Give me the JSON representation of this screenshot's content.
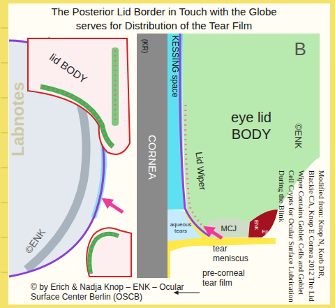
{
  "diagram": {
    "title": "The Posterior Lid Border in Touch with the Globe serves for Distribution of the Tear Film",
    "labels": [
      "lid BODY",
      "KESSING space",
      "(KR)",
      "B",
      "eye lid BODY",
      "CORNEA",
      "©ENK",
      "Lid Wiper",
      "ENK",
      "Ep",
      "MCJ",
      "aqueous tears",
      "©ENK",
      "tear meniscus",
      "pre-corneal tear film",
      "Modified from: Knop N, Korb DR, Blackie CA, Knop E Cornea 2012 The Lid Wiper Contains Goblet Cells and Goblet Cell Crypts for Ocular Surface Lubrication During the Blink",
      "© by Erich & Nadja Knop – ENK – Ocular Surface Center Berlin (OSCB)",
      "Labnotes"
    ]
  }
}
